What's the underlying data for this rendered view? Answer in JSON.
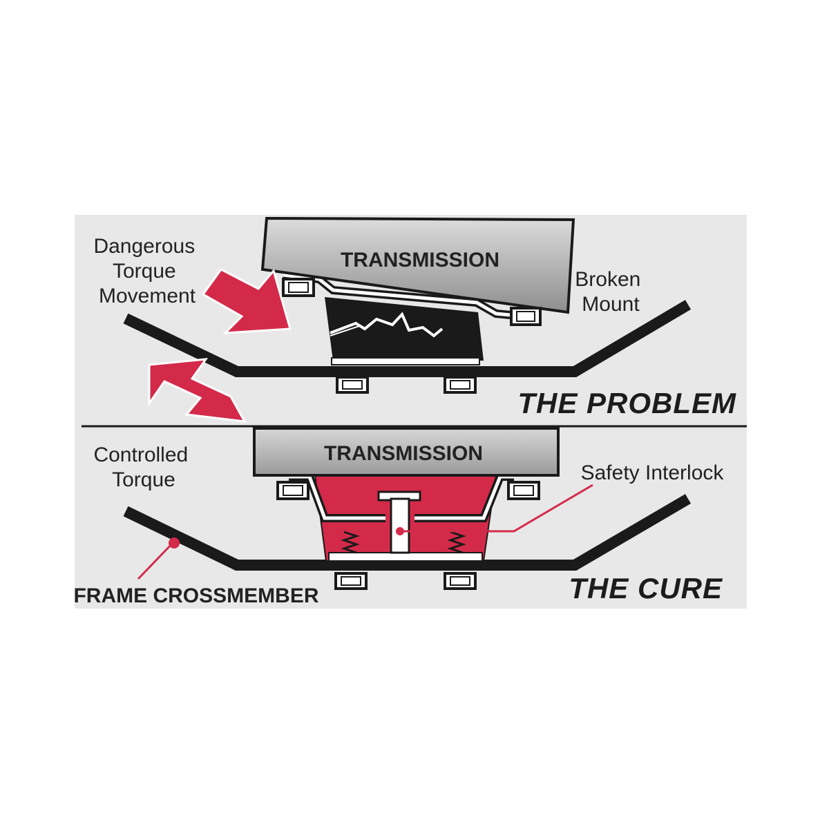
{
  "problem": {
    "title": "THE PROBLEM",
    "transmission_label": "TRANSMISSION",
    "torque_label": [
      "Dangerous",
      "Torque",
      "Movement"
    ],
    "mount_label": [
      "Broken",
      "Mount"
    ]
  },
  "cure": {
    "title": "THE CURE",
    "transmission_label": "TRANSMISSION",
    "torque_label": [
      "Controlled",
      "Torque"
    ],
    "interlock_label": "Safety Interlock",
    "frame_label": "FRAME CROSSMEMBER"
  },
  "colors": {
    "panel": "#e8e8e8",
    "accent_red": "#d42a4a",
    "frame": "#1a1a1a",
    "transmission_gray": "#a7a7a7"
  }
}
